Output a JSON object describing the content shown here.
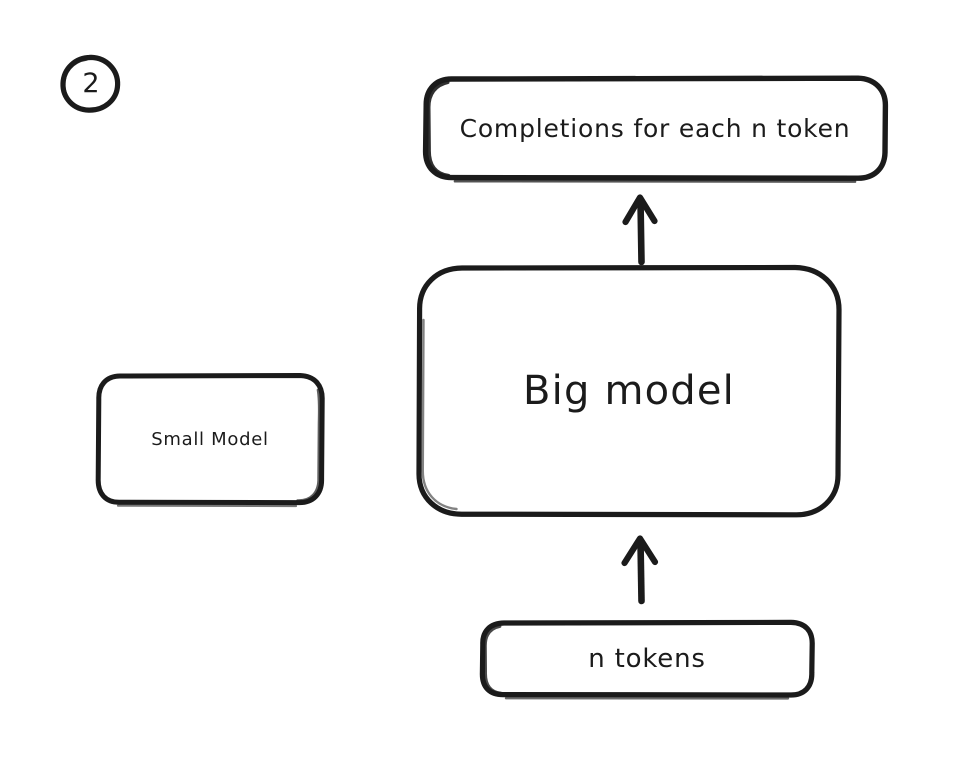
{
  "diagram": {
    "title": "Completions for each n token",
    "background_color": "#ffffff",
    "ink_color": "#1b1b1b",
    "style": "hand-drawn-sketch",
    "step_badge": {
      "number": "2",
      "shape": "circle"
    },
    "nodes": [
      {
        "id": "completions",
        "label": "Completions for each n token",
        "shape": "rounded-rectangle"
      },
      {
        "id": "big-model",
        "label": "Big model",
        "shape": "rounded-rectangle"
      },
      {
        "id": "small-model",
        "label": "Small Model",
        "shape": "rounded-rectangle"
      },
      {
        "id": "n-tokens",
        "label": "n tokens",
        "shape": "rounded-rectangle"
      }
    ],
    "edges": [
      {
        "id": "n-tokens-to-big-model",
        "from": "n tokens",
        "to": "Big model",
        "direction": "up",
        "arrowhead": "open-v"
      },
      {
        "id": "big-model-to-completions",
        "from": "Big model",
        "to": "Completions for each n token",
        "direction": "up",
        "arrowhead": "open-v"
      }
    ]
  }
}
